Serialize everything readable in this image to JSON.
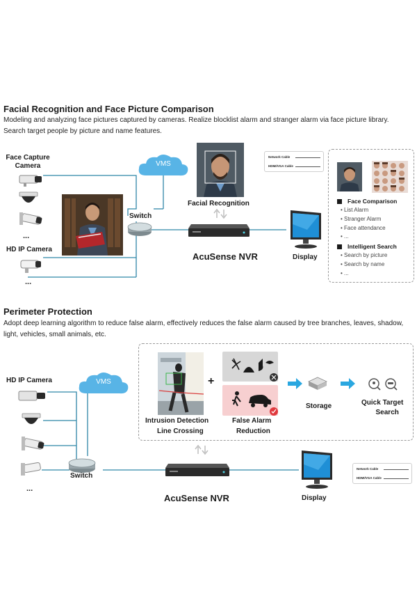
{
  "section1": {
    "title": "Facial Recognition and Face Picture Comparison",
    "desc_line1": "Modeling and analyzing face pictures captured by cameras. Realize blocklist alarm and stranger alarm via face picture library.",
    "desc_line2": "Search target people by picture and name features.",
    "face_capture_camera": "Face Capture\nCamera",
    "hd_ip_camera": "HD IP Camera",
    "ellipsis": "...",
    "vms": "VMS",
    "switch": "Switch",
    "facial_recognition": "Facial Recognition",
    "nvr": "AcuSense NVR",
    "display": "Display",
    "legend": {
      "network_cable": "Network Cable",
      "hdmi_vga_cable": "HDMI/VGA Cable"
    },
    "panel": {
      "face_comparison": "Face Comparison",
      "face_items": [
        "List Alarm",
        "Stranger Alarm",
        "Face attendance",
        "..."
      ],
      "intelligent_search": "Intelligent Search",
      "search_items": [
        "Search by picture",
        "Search by name",
        "..."
      ]
    }
  },
  "section2": {
    "title": "Perimeter Protection",
    "desc_line1": "Adopt deep learning algorithm to reduce false alarm, effectively reduces the false alarm caused by tree branches, leaves, shadow,",
    "desc_line2": "light, vehicles, small animals, etc.",
    "hd_ip_camera": "HD IP Camera",
    "ellipsis": "...",
    "vms": "VMS",
    "switch": "Switch",
    "intrusion_l1": "Intrusion Detection",
    "intrusion_l2": "Line Crossing",
    "false_alarm_l1": "False Alarm",
    "false_alarm_l2": "Reduction",
    "plus": "+",
    "storage": "Storage",
    "quick_l1": "Quick Target",
    "quick_l2": "Search",
    "nvr": "AcuSense NVR",
    "display": "Display",
    "legend": {
      "network_cable": "Network Cable",
      "hdmi_vga_cable": "HDMI/VGA Cable"
    }
  },
  "colors": {
    "cable": "#2f86a8",
    "vms_cloud": "#58b4e6",
    "arrow": "#2aa7e0",
    "nvr": "#2a2a2a",
    "monitor": "#1f8fd6"
  },
  "icons": [
    "bullet-camera-icon",
    "dome-camera-icon",
    "cloud-icon",
    "switch-icon",
    "nvr-icon",
    "monitor-icon",
    "sync-arrows-icon",
    "storage-icon",
    "search-icon",
    "ok-check-icon",
    "cross-icon"
  ]
}
